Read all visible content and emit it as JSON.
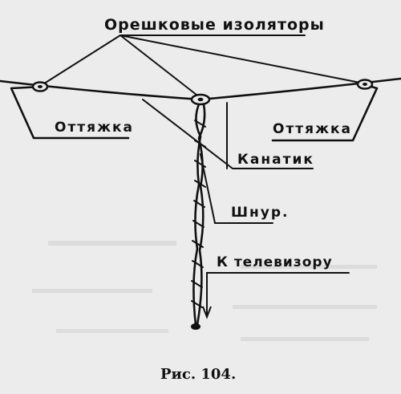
{
  "labels": {
    "insulators": "Орешковые изоляторы",
    "guy_left": "Оттяжка",
    "guy_right": "Оттяжка",
    "rope": "Канатик",
    "cord": "Шнур.",
    "to_tv": "К телевизору"
  },
  "caption": "Рис. 104.",
  "colors": {
    "ink": "#111111",
    "paper": "#ececec"
  }
}
